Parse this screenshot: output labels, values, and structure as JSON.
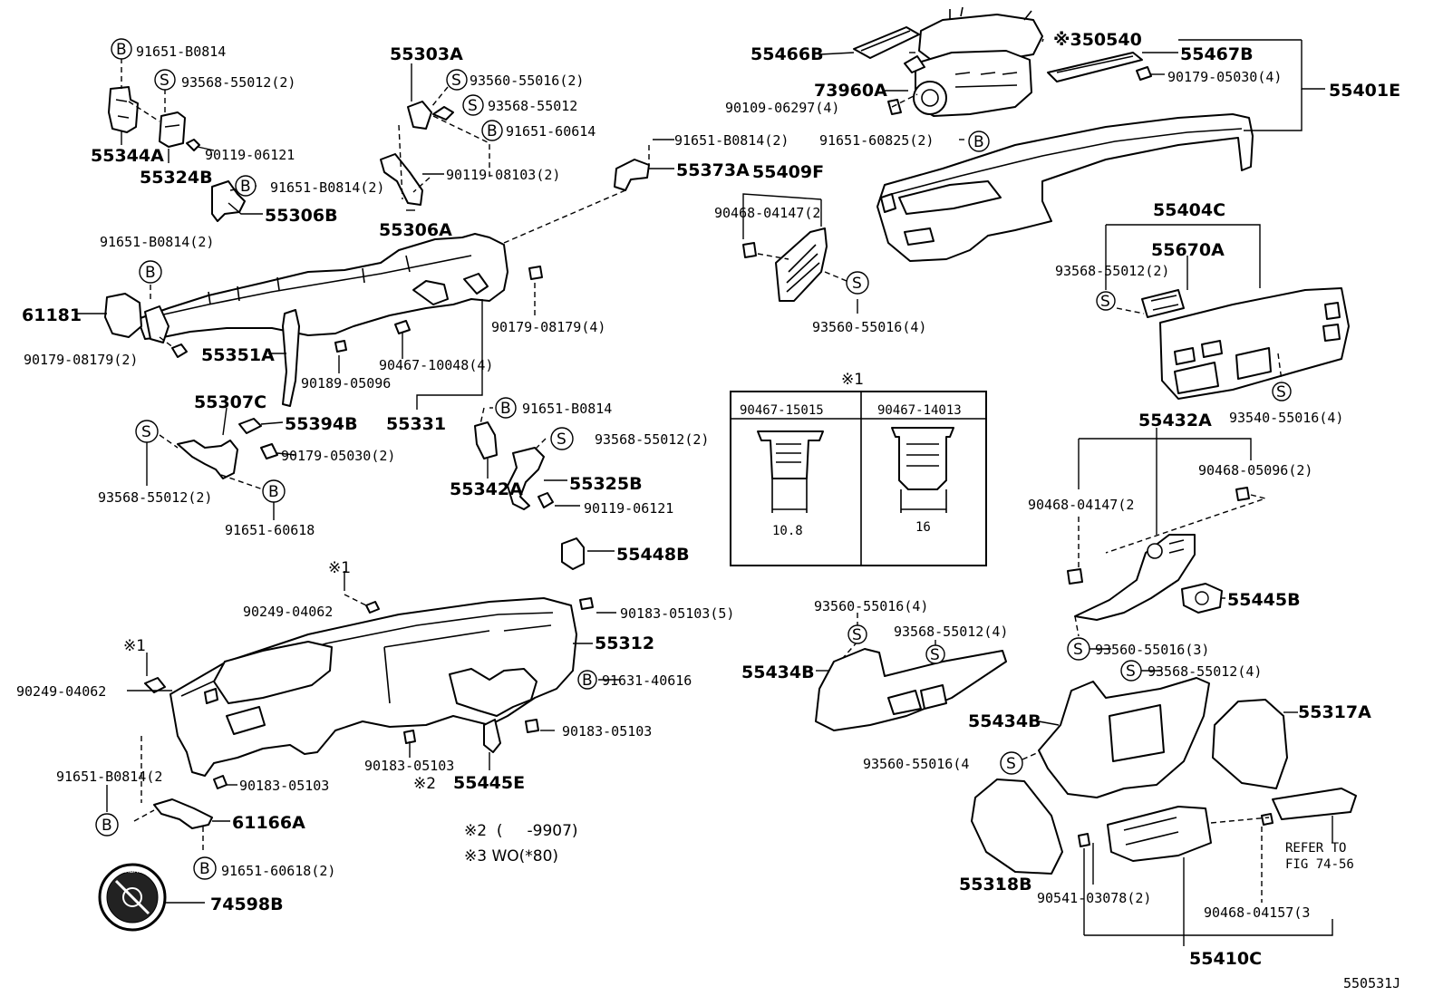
{
  "diagram_id": "550531J",
  "labels": {
    "p55344A": "55344A",
    "p55324B": "55324B",
    "p55306B": "55306B",
    "p55303A": "55303A",
    "p55306A": "55306A",
    "p55373A": "55373A",
    "p55409F": "55409F",
    "p55466B": "55466B",
    "p73960A": "73960A",
    "p350540": "※350540",
    "p55467B": "55467B",
    "p55401E": "55401E",
    "p55404C": "55404C",
    "p55670A": "55670A",
    "p61181": "61181",
    "p55351A": "55351A",
    "p55331": "55331",
    "p55307C": "55307C",
    "p55394B": "55394B",
    "p55342A": "55342A",
    "p55325B": "55325B",
    "p55448B": "55448B",
    "p55432A": "55432A",
    "p55445B": "55445B",
    "p55312": "55312",
    "p55434B_a": "55434B",
    "p55434B_b": "55434B",
    "p55317A": "55317A",
    "p55445E": "55445E",
    "p61166A": "61166A",
    "p74598B": "74598B",
    "p55318B": "55318B",
    "p55410C": "55410C",
    "s91651_B0814_a": "91651-B0814",
    "s93568_55012_2_a": "93568-55012(2)",
    "s90119_06121_a": "90119-06121",
    "s91651_B0814_2_a": "91651-B0814(2)",
    "s93560_55016_2": "93560-55016(2)",
    "s93568_55012_a": "93568-55012",
    "s91651_60614": "91651-60614",
    "s90119_08103_2": "90119-08103(2)",
    "s91651_B0814_2_b": "91651-B0814(2)",
    "s91651_60825_2": "91651-60825(2)",
    "s90109_06297_4": "90109-06297(4)",
    "s90179_05030_4": "90179-05030(4)",
    "s90468_04147_2_a": "90468-04147(2",
    "s91651_B0814_2_c": "91651-B0814(2)",
    "s90179_08179_4": "90179-08179(4)",
    "s90179_08179_2": "90179-08179(2)",
    "s90467_10048_4": "90467-10048(4)",
    "s90189_05096": "90189-05096",
    "s93560_55016_4_a": "93560-55016(4)",
    "s93568_55012_2_b": "93568-55012(2)",
    "s93540_55016_4": "93540-55016(4)",
    "s91651_B0814_b": "91651-B0814",
    "s90179_05030_2": "90179-05030(2)",
    "s93568_55012_2_c": "93568-55012(2)",
    "s93568_55012_2_d": "93568-55012(2)",
    "s91651_60618": "91651-60618",
    "s90119_06121_b": "90119-06121",
    "s90468_05096_2": "90468-05096(2)",
    "s90468_04147_2_b": "90468-04147(2",
    "s90249_04062_a": "90249-04062",
    "s90183_05103_5": "90183-05103(5)",
    "s90249_04062_b": "90249-04062",
    "s91631_40616": "91631-40616",
    "s90183_05103_a": "90183-05103",
    "s90183_05103_b": "90183-05103",
    "s90183_05103_c": "90183-05103",
    "s91651_B0814_2_d": "91651-B0814(2",
    "s91651_60618_2": "91651-60618(2)",
    "s93560_55016_4_b": "93560-55016(4)",
    "s93568_55012_4_a": "93568-55012(4)",
    "s93560_55016_3": "93560-55016(3)",
    "s93568_55012_4_b": "93568-55012(4)",
    "s93560_55016_4_c": "93560-55016(4",
    "s90541_03078_2": "90541-03078(2)",
    "s90468_04157_3": "90468-04157(3",
    "refer1": "REFER TO",
    "refer2": "FIG 74-56",
    "note_x1_a": "※1",
    "note_x1_b": "※1",
    "note_x1_c": "※1",
    "note_x2_mark": "※2",
    "note2": "※2  (     -9907)",
    "note3": "※3  WO(*80)"
  },
  "inset": {
    "title": "※1",
    "col1": {
      "part": "90467-15015",
      "dim": "10.8"
    },
    "col2": {
      "part": "90467-14013",
      "dim": "16"
    }
  },
  "circle_letters": {
    "b": "B",
    "s": "S"
  },
  "badge_text": "AIRBAG"
}
